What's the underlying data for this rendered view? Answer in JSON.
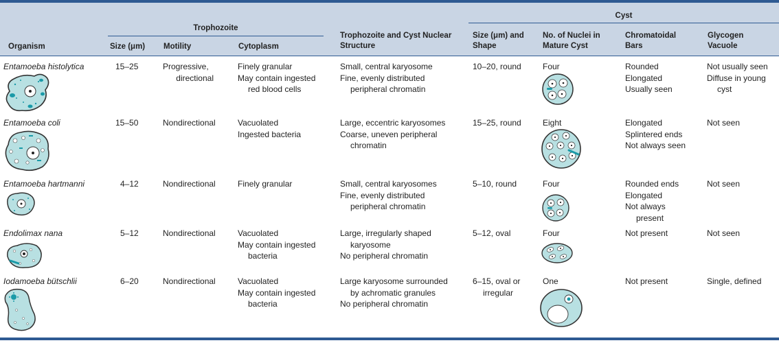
{
  "headers": {
    "cyst_group": "Cyst",
    "trophozoite_group": "Trophozoite",
    "organism": "Organism",
    "size": "Size (μm)",
    "motility": "Motility",
    "cytoplasm": "Cytoplasm",
    "nuclear_structure": [
      "Trophozoite and Cyst Nuclear",
      "Structure"
    ],
    "cyst_size": [
      "Size (μm) and",
      "Shape"
    ],
    "nuclei": [
      "No. of Nuclei in",
      "Mature Cyst"
    ],
    "chromatoidal": [
      "Chromatoidal",
      "Bars"
    ],
    "glycogen": [
      "Glycogen",
      "Vacuole"
    ]
  },
  "rows": [
    {
      "organism": "Entamoeba histolytica",
      "size": "15–25",
      "motility": [
        "Progressive,",
        "directional"
      ],
      "cytoplasm": [
        "Finely granular",
        "May contain ingested",
        "red blood cells"
      ],
      "nuclear": [
        "Small, central karyosome",
        "Fine, evenly distributed",
        "peripheral chromatin"
      ],
      "cyst_size": [
        "10–20, round"
      ],
      "nuclei": "Four",
      "chromatoidal": [
        "Rounded",
        "Elongated",
        "Usually seen"
      ],
      "glycogen": [
        "Not usually seen",
        "Diffuse in young",
        "cyst"
      ]
    },
    {
      "organism": "Entamoeba coli",
      "size": "15–50",
      "motility": [
        "Nondirectional"
      ],
      "cytoplasm": [
        "Vacuolated",
        "Ingested bacteria"
      ],
      "nuclear": [
        "Large, eccentric karyosomes",
        "Coarse, uneven peripheral",
        "chromatin"
      ],
      "cyst_size": [
        "15–25, round"
      ],
      "nuclei": "Eight",
      "chromatoidal": [
        "Elongated",
        "Splintered ends",
        "Not always seen"
      ],
      "glycogen": [
        "Not seen"
      ]
    },
    {
      "organism": "Entamoeba hartmanni",
      "size": "4–12",
      "motility": [
        "Nondirectional"
      ],
      "cytoplasm": [
        "Finely granular"
      ],
      "nuclear": [
        "Small, central karyosomes",
        "Fine, evenly distributed",
        "peripheral chromatin"
      ],
      "cyst_size": [
        "5–10, round"
      ],
      "nuclei": "Four",
      "chromatoidal": [
        "Rounded ends",
        "Elongated",
        "Not always",
        "present"
      ],
      "glycogen": [
        "Not seen"
      ]
    },
    {
      "organism": "Endolimax nana",
      "size": "5–12",
      "motility": [
        "Nondirectional"
      ],
      "cytoplasm": [
        "Vacuolated",
        "May contain ingested",
        "bacteria"
      ],
      "nuclear": [
        "Large, irregularly shaped",
        "karyosome",
        "No peripheral chromatin"
      ],
      "cyst_size": [
        "5–12, oval"
      ],
      "nuclei": "Four",
      "chromatoidal": [
        "Not present"
      ],
      "glycogen": [
        "Not seen"
      ]
    },
    {
      "organism": "Iodamoeba bütschlii",
      "size": "6–20",
      "motility": [
        "Nondirectional"
      ],
      "cytoplasm": [
        "Vacuolated",
        "May contain ingested",
        "bacteria"
      ],
      "nuclear": [
        "Large karyosome surrounded",
        "by achromatic granules",
        "No peripheral chromatin"
      ],
      "cyst_size": [
        "6–15, oval or",
        "irregular"
      ],
      "nuclei": "One",
      "chromatoidal": [
        "Not present"
      ],
      "glycogen": [
        "Single, defined"
      ]
    }
  ],
  "colors": {
    "rule": "#2e5a92",
    "header_band": "#c9d5e4",
    "cell_fill": "#b8e0e2",
    "stain": "#1a9aa8"
  }
}
